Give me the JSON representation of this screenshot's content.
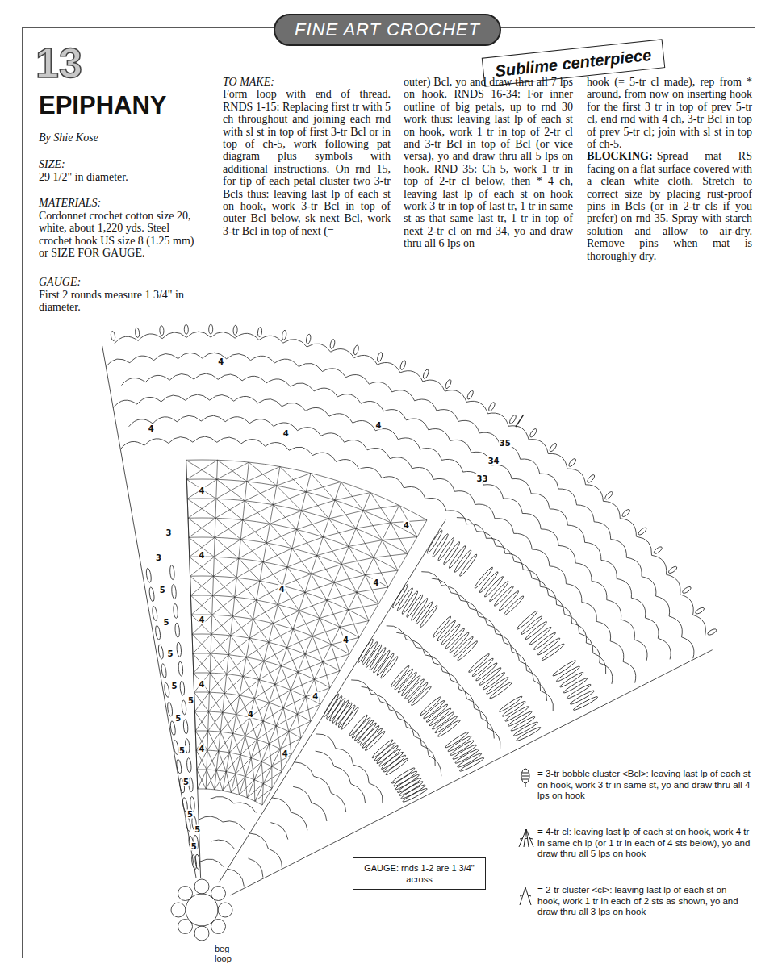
{
  "diagram": {
    "title": "EPIPHANY",
    "nodes": [
      {
        "text": [
          "FINE ART CROCHET"
        ]
      },
      {
        "text": [
          "Sublime centerpiece"
        ]
      },
      {
        "text": [
          "GAUGE: rnds 1-2 are 1 3/4\" across"
        ]
      }
    ],
    "labels": [
      "13",
      "By Shie Kose",
      "SIZE:",
      "29 1/2\" in diameter.",
      "MATERIALS:",
      "Cordonnet crochet cotton size 20, white, about 1,220 yds. Steel crochet hook US size 8 (1.25 mm) or SIZE FOR GAUGE.",
      "GAUGE:",
      "First 2 rounds measure 1 3/4\" in diameter.",
      "TO MAKE:",
      "Form loop with end of thread. RNDS 1-15: Replacing first tr with 5 ch throughout and joining each rnd with sl st in top of first 3-tr Bcl or in top of ch-5, work following pat diagram plus symbols with additional instructions. On rnd 15, for tip of each petal cluster two 3-tr Bcls thus: leaving last lp of each st on hook, work 3-tr Bcl in top of outer Bcl below, sk next Bcl, work 3-tr Bcl in top of next (=",
      "outer) Bcl, yo and draw thru all 7 lps on hook. RNDS 16-34: For inner outline of big petals, up to rnd 30 work thus: leaving last lp of each st on hook, work 1 tr in top of 2-tr cl and 3-tr Bcl in top of Bcl (or vice versa), yo and draw thru all 5 lps on hook. RND 35: Ch 5, work 1 tr in top of 2-tr cl below, then * 4 ch, leaving last lp of each st on hook work 3 tr in top of last tr, 1 tr in same st as that same last tr, 1 tr in top of next 2-tr cl on rnd 34, yo and draw thru all 6 lps on",
      "hook (= 5-tr cl made), rep from * around, from now on inserting hook for the first 3 tr in top of prev 5-tr cl, end rnd with 4 ch, 3-tr Bcl in top of prev 5-tr cl; join with sl st in top of ch-5.",
      "BLOCKING:",
      "Spread mat RS facing on a flat surface covered with a clean white cloth. Stretch to correct size by placing rust-proof pins in Bcls (or in 2-tr cls if you prefer) on rnd 35. Spray with starch solution and allow to air-dry. Remove pins when mat is thoroughly dry.",
      "35",
      "34",
      "33",
      "4",
      "4",
      "4",
      "4",
      "4",
      "4",
      "4",
      "4",
      "4",
      "4",
      "4",
      "4",
      "4",
      "4",
      "4",
      "4",
      "5",
      "5",
      "5",
      "5",
      "5",
      "5",
      "5",
      "5",
      "5",
      "5",
      "5",
      "3",
      "3",
      "beg loop"
    ],
    "legend": [
      {
        "text": "= 3-tr bobble cluster <Bcl>: leaving last lp of each st on hook, work 3 tr in same st, yo and draw thru all 4 lps on hook"
      },
      {
        "text": "= 4-tr cl: leaving last lp of each st on hook, work 4 tr in same ch lp (or 1 tr in each of 4 sts below), yo and draw thru all 5 lps on hook"
      },
      {
        "text": "= 2-tr cluster <cl>: leaving last lp of each st on hook, work 1 tr in each of 2 sts as shown, yo and draw thru all 3 lps on hook"
      }
    ]
  }
}
